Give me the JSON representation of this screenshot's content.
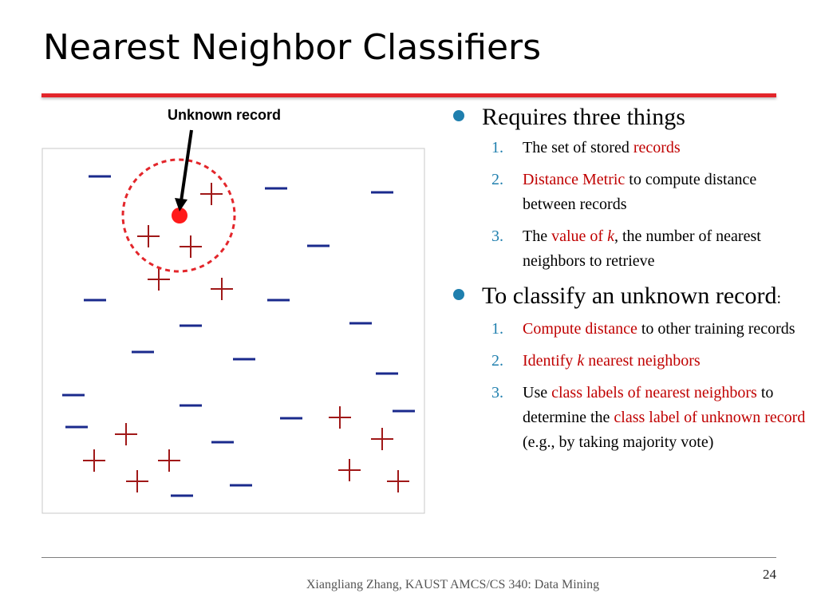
{
  "title": "Nearest Neighbor Classifiers",
  "callout": "Unknown record",
  "bullets": [
    {
      "text": "Requires three things",
      "items": [
        {
          "num": "1.",
          "parts": [
            {
              "t": "The set of stored "
            },
            {
              "t": "records",
              "c": "red"
            }
          ]
        },
        {
          "num": "2.",
          "parts": [
            {
              "t": "Distance Metric",
              "c": "red"
            },
            {
              "t": " to compute distance between records"
            }
          ]
        },
        {
          "num": "3.",
          "parts": [
            {
              "t": "The "
            },
            {
              "t": "value of ",
              "c": "red"
            },
            {
              "t": "k",
              "c": "red",
              "i": true
            },
            {
              "t": ", the number of nearest neighbors to retrieve"
            }
          ]
        }
      ]
    },
    {
      "text": "To classify an unknown record",
      "suffix": ":",
      "items": [
        {
          "num": "1.",
          "parts": [
            {
              "t": "Compute distance",
              "c": "red"
            },
            {
              "t": " to other training records"
            }
          ]
        },
        {
          "num": "2.",
          "parts": [
            {
              "t": "Identify ",
              "c": "red"
            },
            {
              "t": "k",
              "c": "red",
              "i": true
            },
            {
              "t": " nearest neighbors",
              "c": "red"
            }
          ]
        },
        {
          "num": "3.",
          "parts": [
            {
              "t": "Use "
            },
            {
              "t": "class labels of nearest neighbors",
              "c": "red"
            },
            {
              "t": " to determine the "
            },
            {
              "t": "class label of unknown record",
              "c": "red"
            },
            {
              "t": " (e.g., by taking majority vote)"
            }
          ]
        }
      ]
    }
  ],
  "footer": "Xiangliang Zhang, KAUST AMCS/CS 340: Data Mining",
  "page_number": "24",
  "colors": {
    "accent_red": "#e3262b",
    "bullet_blue": "#1f7fae",
    "text_red": "#c00000",
    "minus_blue": "#1a2a8c",
    "plus_red": "#a01818",
    "query_point": "#ff1a1a"
  },
  "symbols": {
    "plus": "+",
    "minus": "—"
  }
}
